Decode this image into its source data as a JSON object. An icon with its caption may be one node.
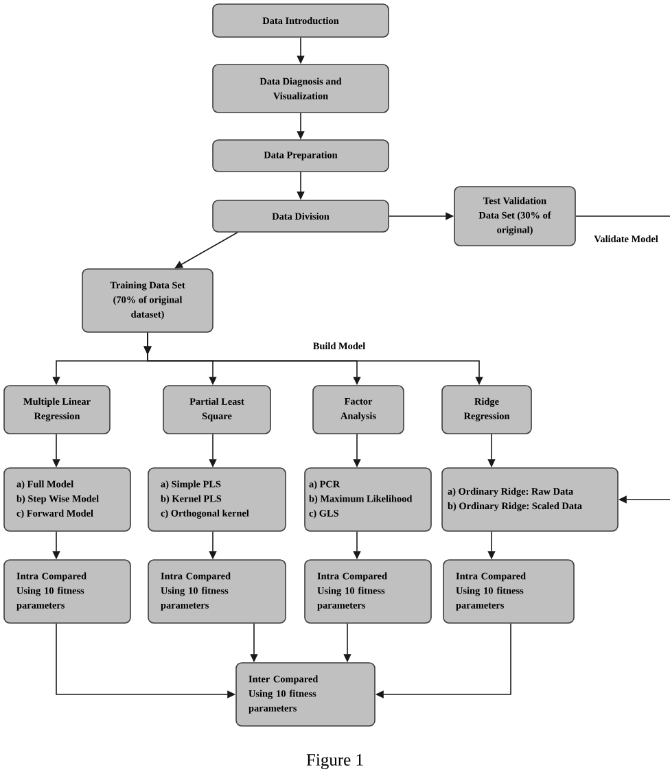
{
  "diagram": {
    "caption": "Figure 1",
    "nodes": [
      {
        "text": [
          "Data Introduction"
        ]
      },
      {
        "text": [
          "Data Diagnosis and Visualization"
        ]
      },
      {
        "text": [
          "Data Preparation"
        ]
      },
      {
        "text": [
          "Data Division"
        ]
      },
      {
        "text": [
          "Test Validation Data Set (30% of original)"
        ]
      },
      {
        "text": [
          "Training Data Set (70% of original dataset)"
        ]
      },
      {
        "text": [
          "Multiple Linear Regression"
        ]
      },
      {
        "text": [
          "Partial Least Square"
        ]
      },
      {
        "text": [
          "Factor Analysis"
        ]
      },
      {
        "text": [
          "Ridge Regression"
        ]
      },
      {
        "text": [
          "a) Full Model",
          "b) Step Wise Model",
          "c) Forward Model"
        ]
      },
      {
        "text": [
          "a) Simple PLS",
          "b) Kernel PLS",
          "c) Orthogonal kernel"
        ]
      },
      {
        "text": [
          "a) PCR",
          "b) Maximum Likelihood",
          "c) GLS"
        ]
      },
      {
        "text": [
          "a) Ordinary Ridge: Raw Data",
          "b) Ordinary Ridge: Scaled Data"
        ]
      },
      {
        "text": [
          "Intra Compared Using 10 fitness parameters"
        ]
      },
      {
        "text": [
          "Intra Compared Using 10 fitness parameters"
        ]
      },
      {
        "text": [
          "Intra Compared Using 10 fitness parameters"
        ]
      },
      {
        "text": [
          "Intra Compared Using 10 fitness parameters"
        ]
      },
      {
        "text": [
          "Inter Compared Using 10 fitness parameters"
        ]
      }
    ],
    "edges": [
      {
        "from": 0,
        "to": 1,
        "arrow": "to"
      },
      {
        "from": 1,
        "to": 2,
        "arrow": "to"
      },
      {
        "from": 2,
        "to": 3,
        "arrow": "to"
      },
      {
        "from": 3,
        "to": 4,
        "arrow": "to"
      },
      {
        "from": 3,
        "to": 5,
        "arrow": "to"
      },
      {
        "from": 4,
        "to": null,
        "arrow": "none",
        "label": "Validate Model"
      },
      {
        "from": null,
        "to": 13,
        "arrow": "to"
      },
      {
        "from": 5,
        "to": 6,
        "arrow": "to"
      },
      {
        "from": 5,
        "to": 7,
        "arrow": "to"
      },
      {
        "from": 5,
        "to": 8,
        "arrow": "to",
        "label": "Build Model"
      },
      {
        "from": 5,
        "to": 9,
        "arrow": "to"
      },
      {
        "from": 6,
        "to": 10,
        "arrow": "to"
      },
      {
        "from": 7,
        "to": 11,
        "arrow": "to"
      },
      {
        "from": 8,
        "to": 12,
        "arrow": "to"
      },
      {
        "from": 9,
        "to": 13,
        "arrow": "to"
      },
      {
        "from": 10,
        "to": 14,
        "arrow": "to"
      },
      {
        "from": 11,
        "to": 15,
        "arrow": "to"
      },
      {
        "from": 12,
        "to": 16,
        "arrow": "to"
      },
      {
        "from": 13,
        "to": 17,
        "arrow": "to"
      },
      {
        "from": 14,
        "to": 18,
        "arrow": "to"
      },
      {
        "from": 15,
        "to": 18,
        "arrow": "to"
      },
      {
        "from": 16,
        "to": 18,
        "arrow": "to"
      },
      {
        "from": 17,
        "to": 18,
        "arrow": "to"
      }
    ]
  }
}
